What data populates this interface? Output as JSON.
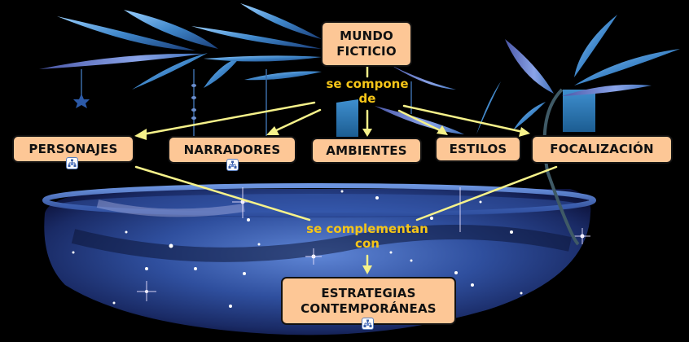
{
  "map": {
    "root": {
      "label_line1": "MUNDO",
      "label_line2": "FICTICIO"
    },
    "link_compose": {
      "line1": "se compone",
      "line2": "de"
    },
    "children": [
      {
        "id": "personajes",
        "label": "PERSONAJES",
        "has_submap": true
      },
      {
        "id": "narradores",
        "label": "NARRADORES",
        "has_submap": true
      },
      {
        "id": "ambientes",
        "label": "AMBIENTES",
        "has_submap": false
      },
      {
        "id": "estilos",
        "label": "ESTILOS",
        "has_submap": false
      },
      {
        "id": "focalizacion",
        "label": "FOCALIZACIÓN",
        "has_submap": false
      }
    ],
    "link_complement": {
      "line1": "se complementan",
      "line2": "con"
    },
    "result": {
      "label_line1": "ESTRATEGIAS",
      "label_line2": "CONTEMPORÁNEAS",
      "has_submap": true
    }
  },
  "icons": {
    "submap": "hierarchy-icon"
  },
  "colors": {
    "node_fill": "#fdc796",
    "node_border": "#111111",
    "link_text": "#f5c518",
    "connector": "#f6f28a",
    "background": "#000000"
  }
}
